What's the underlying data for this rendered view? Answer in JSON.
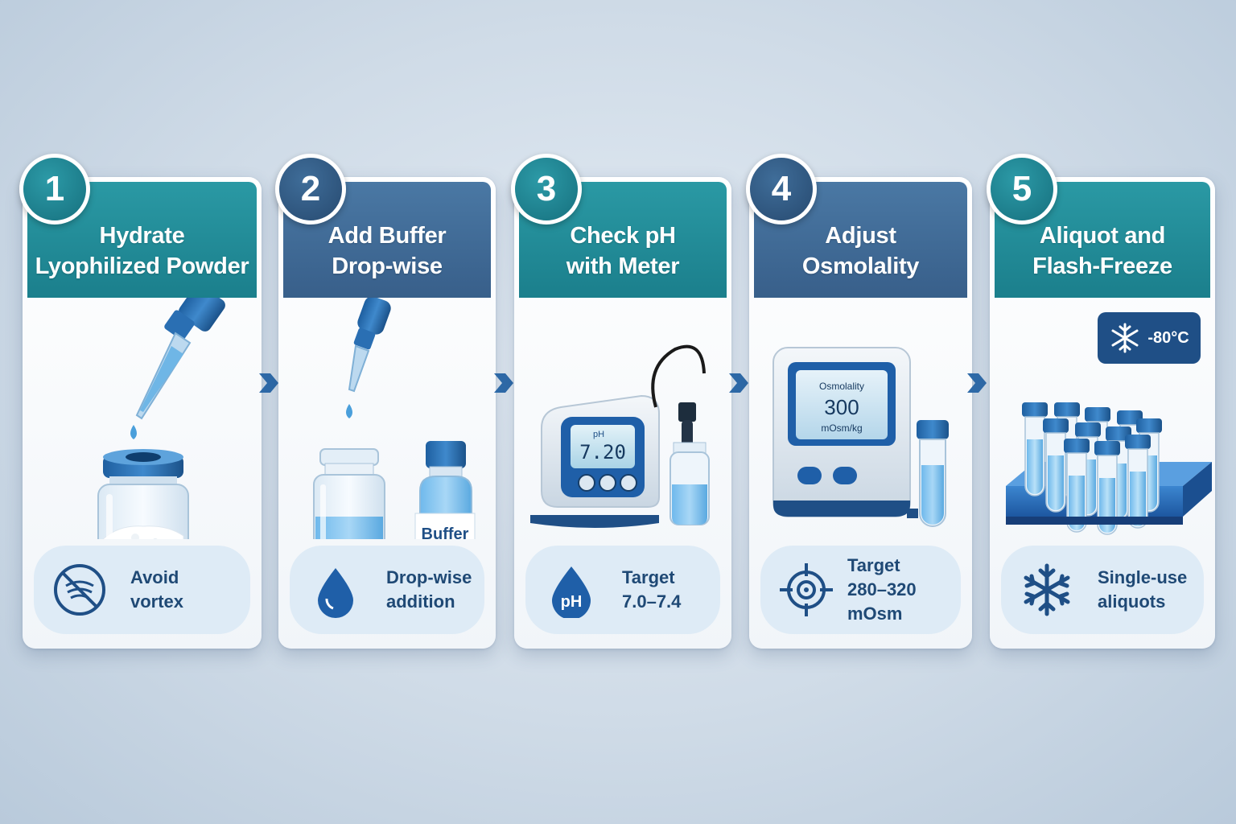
{
  "steps": [
    {
      "number": "1",
      "title": "Hydrate\nLyophilized Powder",
      "tip": "Avoid\nvortex",
      "tip_icon": "no-vortex-icon"
    },
    {
      "number": "2",
      "title": "Add Buffer\nDrop-wise",
      "bottle_label": "Buffer",
      "tip": "Drop-wise\naddition",
      "tip_icon": "water-drop-icon"
    },
    {
      "number": "3",
      "title": "Check pH\nwith Meter",
      "meter_label": "pH",
      "meter_value": "7.20",
      "tip_badge": "pH",
      "tip": "Target\n7.0–7.4",
      "tip_icon": "ph-drop-icon"
    },
    {
      "number": "4",
      "title": "Adjust\nOsmolality",
      "meter_label": "Osmolality",
      "meter_value": "300",
      "meter_unit": "mOsm/kg",
      "tip": "Target\n280–320 mOsm",
      "tip_icon": "target-icon"
    },
    {
      "number": "5",
      "title": "Aliquot and\nFlash-Freeze",
      "temp": "-80°C",
      "tip": "Single-use\naliquots",
      "tip_icon": "snowflake-icon"
    }
  ],
  "colors": {
    "teal": "#1b7f8c",
    "blue": "#385f8a",
    "accent": "#1f5fa8",
    "tip_bg": "#deebf6"
  }
}
